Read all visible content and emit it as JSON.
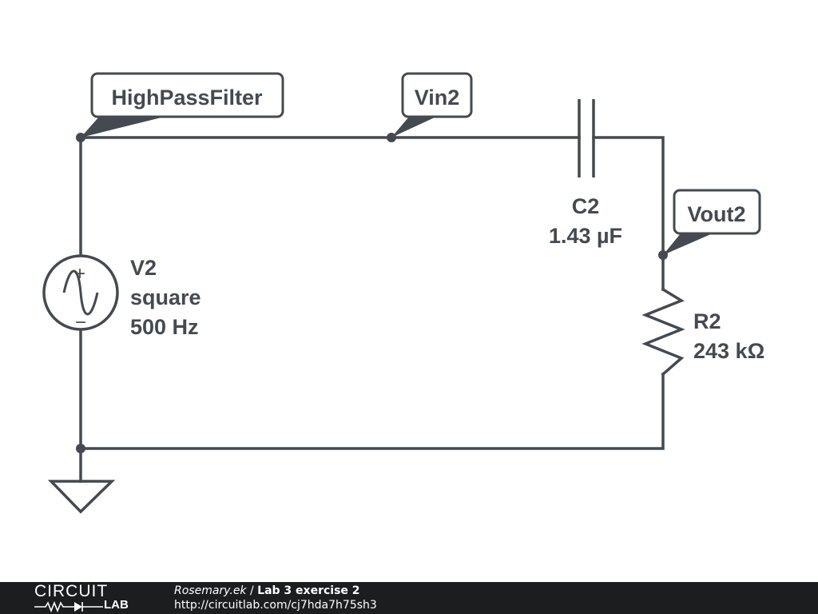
{
  "net_labels": {
    "highpass": "HighPassFilter",
    "vin": "Vin2",
    "vout": "Vout2"
  },
  "components": {
    "source": {
      "name": "V2",
      "waveform": "square",
      "frequency": "500 Hz",
      "plus": "+",
      "minus": "−"
    },
    "capacitor": {
      "name": "C2",
      "value": "1.43 µF"
    },
    "resistor": {
      "name": "R2",
      "value": "243 kΩ"
    }
  },
  "footer": {
    "logo_top": "CIRCUIT",
    "logo_bottom": "LAB",
    "author": "Rosemary.ek",
    "separator": " / ",
    "title": "Lab 3 exercise 2",
    "url": "http://circuitlab.com/cj7hda7h75sh3"
  },
  "colors": {
    "wire": "#444a4f",
    "footer_bg": "#1c1d1f",
    "footer_text": "#ffffff"
  }
}
